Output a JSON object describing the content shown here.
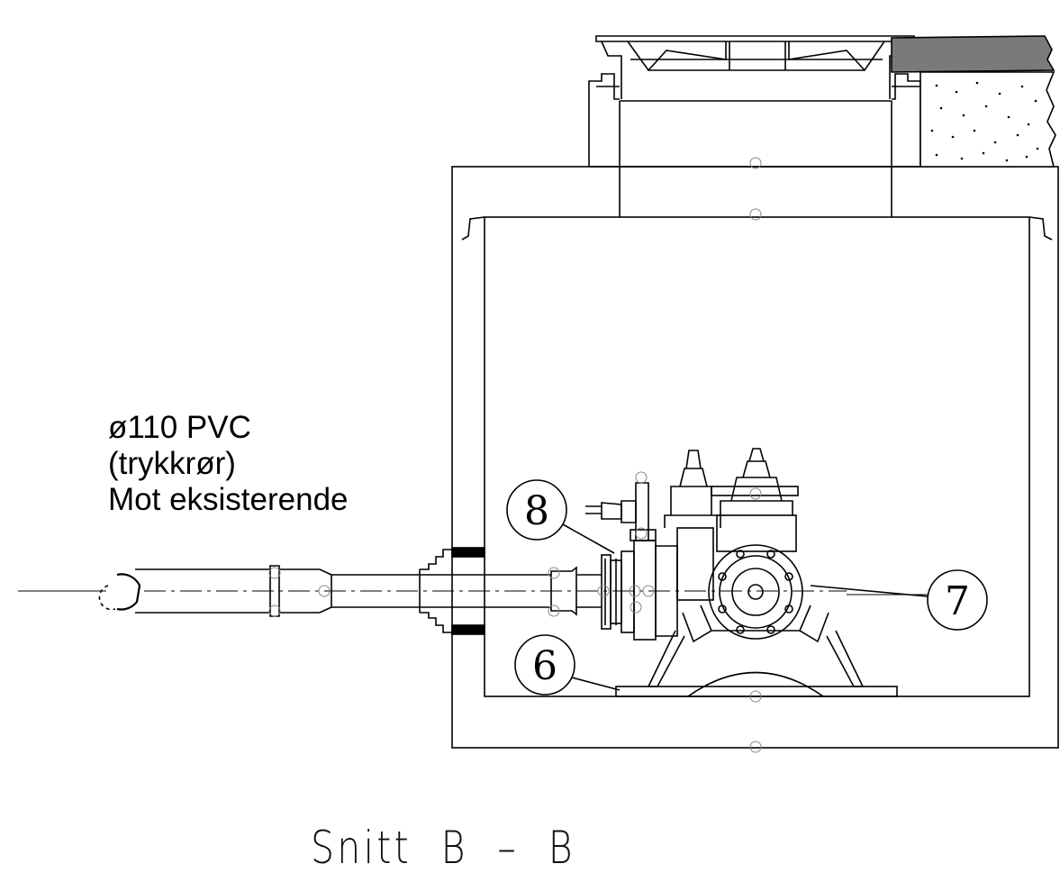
{
  "pipe_label": {
    "line1": "ø110 PVC",
    "line2": "(trykkrør)",
    "line3": "Mot eksisterende"
  },
  "section_title": "Snitt  B  –  B",
  "callouts": [
    {
      "id": "8",
      "label": "8"
    },
    {
      "id": "7",
      "label": "7"
    },
    {
      "id": "6",
      "label": "6"
    }
  ],
  "colors": {
    "line": "#000000",
    "paving": "#7a7a7a",
    "seal": "#000000"
  }
}
